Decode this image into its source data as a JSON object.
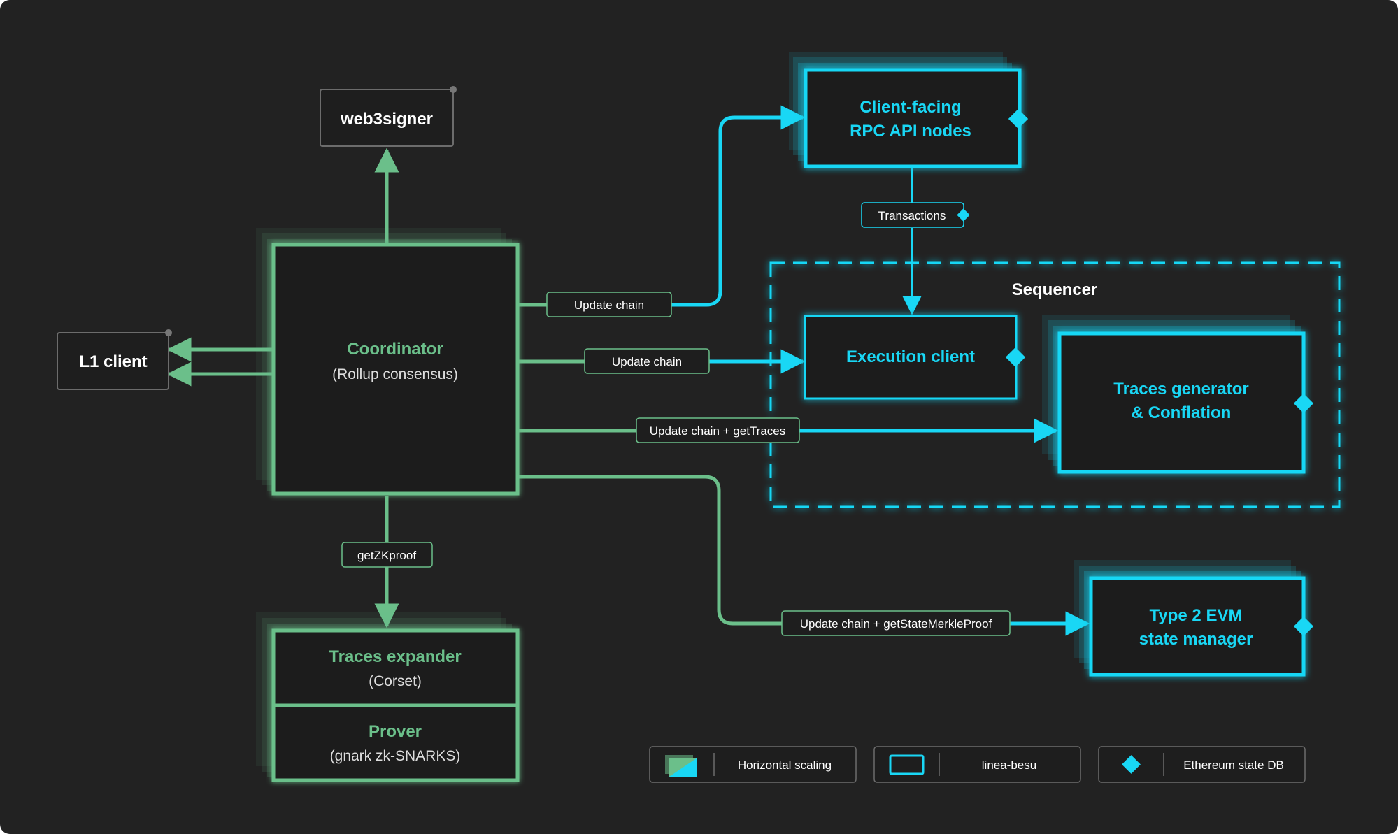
{
  "colors": {
    "background": "#222222",
    "green": "#6bbf8a",
    "cyan": "#19d7f5",
    "box_fill": "#1e1e1e",
    "label_text": "#ffffff",
    "gray_border": "#6c6c6c"
  },
  "nodes": {
    "web3signer": {
      "title": "web3signer"
    },
    "l1_client": {
      "title": "L1 client"
    },
    "coordinator": {
      "title": "Coordinator",
      "subtitle": "(Rollup consensus)"
    },
    "traces_expander": {
      "title": "Traces expander",
      "subtitle": "(Corset)"
    },
    "prover": {
      "title": "Prover",
      "subtitle": "(gnark zk-SNARKS)"
    },
    "rpc_nodes": {
      "line1": "Client-facing",
      "line2": "RPC API nodes"
    },
    "sequencer": {
      "title": "Sequencer"
    },
    "execution_client": {
      "title": "Execution client"
    },
    "traces_generator": {
      "line1": "Traces generator",
      "line2": "& Conflation"
    },
    "state_manager": {
      "line1": "Type 2 EVM",
      "line2": "state manager"
    }
  },
  "edges": {
    "update_chain_rpc": "Update chain",
    "update_chain_exec": "Update chain",
    "update_chain_traces": "Update chain + getTraces",
    "update_chain_state": "Update chain + getStateMerkleProof",
    "get_zk_proof": "getZKproof",
    "transactions": "Transactions"
  },
  "legend": {
    "horizontal_scaling": "Horizontal scaling",
    "linea_besu": "linea-besu",
    "ethereum_state_db": "Ethereum state DB"
  }
}
